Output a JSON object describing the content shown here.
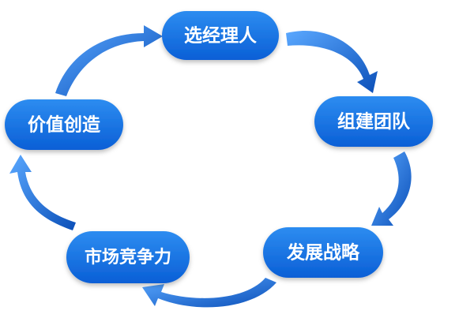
{
  "diagram": {
    "type": "cycle",
    "nodes": [
      {
        "id": "select-manager",
        "label": "选经理人"
      },
      {
        "id": "build-team",
        "label": "组建团队"
      },
      {
        "id": "develop-strategy",
        "label": "发展战略"
      },
      {
        "id": "market-competitiveness",
        "label": "市场竞争力"
      },
      {
        "id": "value-creation",
        "label": "价值创造"
      }
    ],
    "edges": [
      {
        "from": "select-manager",
        "to": "build-team"
      },
      {
        "from": "build-team",
        "to": "develop-strategy"
      },
      {
        "from": "develop-strategy",
        "to": "market-competitiveness"
      },
      {
        "from": "market-competitiveness",
        "to": "value-creation"
      },
      {
        "from": "value-creation",
        "to": "select-manager"
      }
    ],
    "colors": {
      "node_fill_top": "#2d8cf0",
      "node_fill_bottom": "#0a5fd6",
      "node_text": "#ffffff",
      "arrow_light": "#5aa8ff",
      "arrow_dark": "#0b4fb8"
    }
  }
}
